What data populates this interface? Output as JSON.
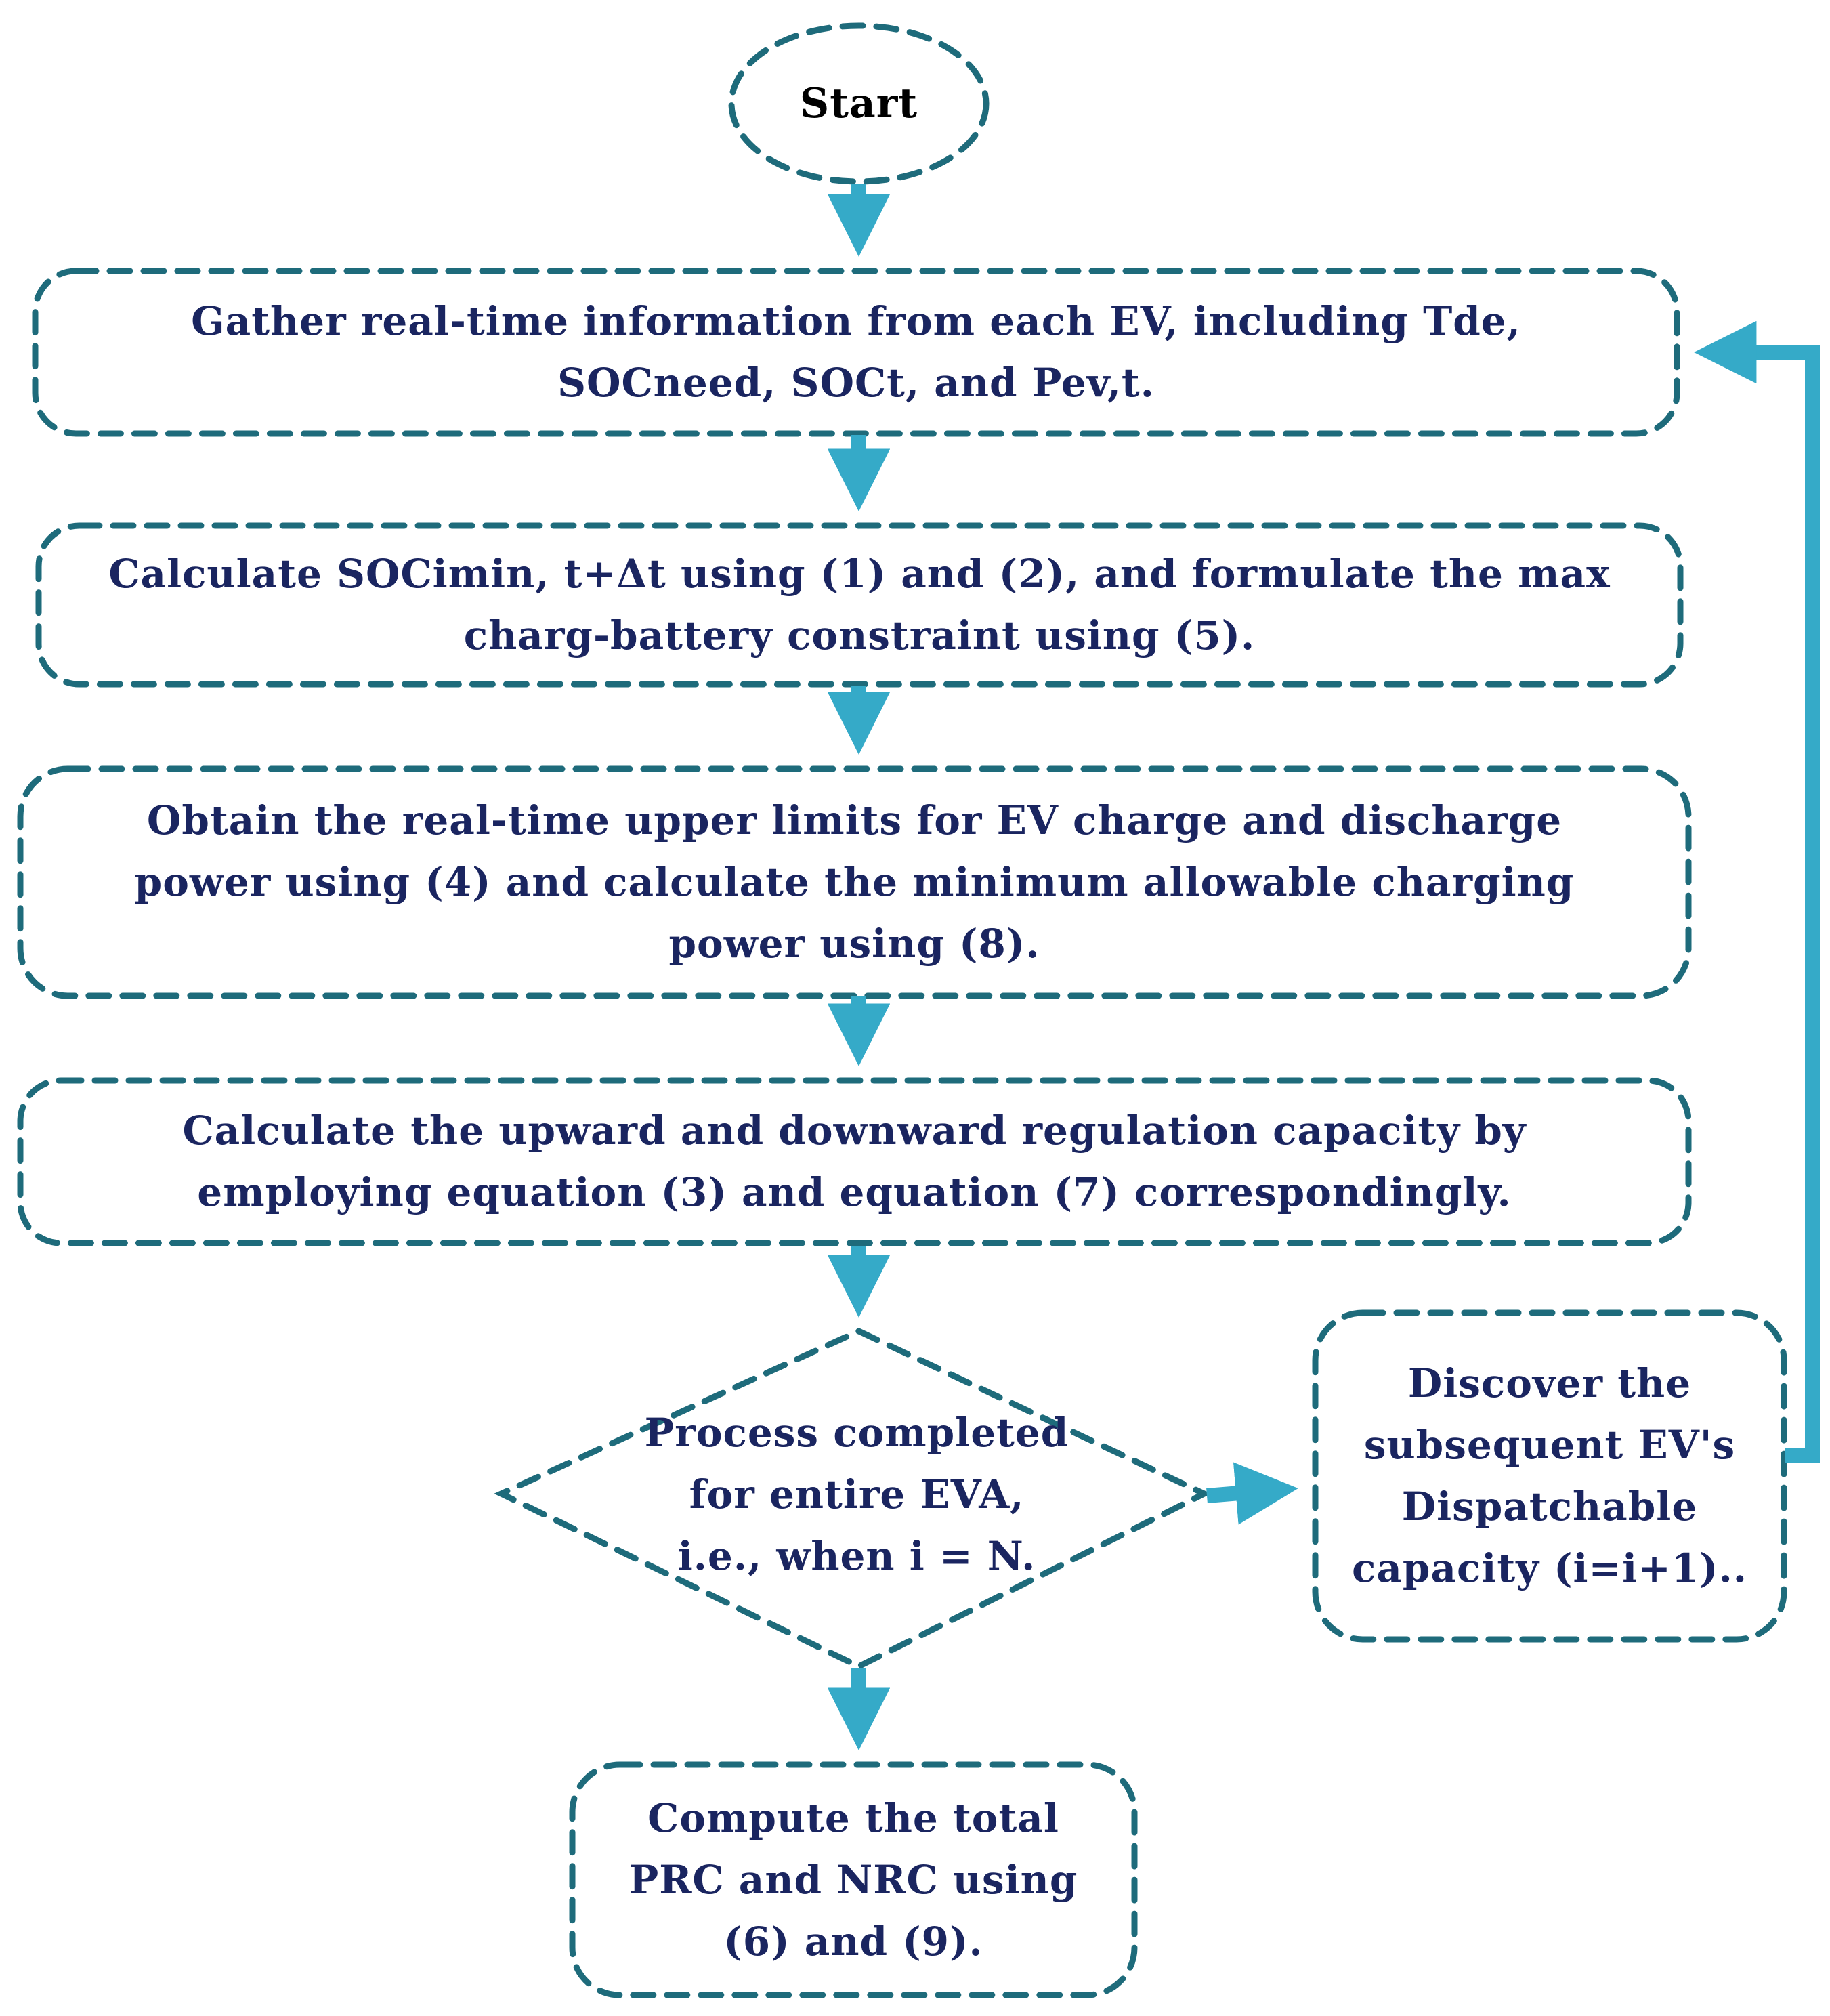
{
  "colors": {
    "border": "#1e6b7b",
    "arrow": "#35aac8",
    "text": "#1a2560",
    "start_text": "#000000",
    "background": "#ffffff"
  },
  "nodes": {
    "start": {
      "lines": [
        "Start"
      ]
    },
    "gather": {
      "lines": [
        "Gather real-time information from each EV, including Tde,",
        "SOCneed, SOCt, and Pev,t."
      ]
    },
    "calc_soc": {
      "lines": [
        "Calculate SOCimin, t+Δt using (1) and (2), and formulate the max",
        "charg-battery constraint using (5)."
      ]
    },
    "obtain": {
      "lines": [
        "Obtain the real-time upper limits for EV charge and discharge",
        "power using (4) and calculate the minimum allowable charging",
        "power using (8)."
      ]
    },
    "regulation": {
      "lines": [
        "Calculate the upward and downward regulation capacity by",
        "employing equation (3) and equation (7) correspondingly."
      ]
    },
    "decision": {
      "lines": [
        "Process completed",
        "for entire EVA,",
        "i.e., when i = N."
      ]
    },
    "discover": {
      "lines": [
        "Discover the",
        "subsequent EV's",
        "Dispatchable",
        "capacity (i=i+1).."
      ]
    },
    "compute": {
      "lines": [
        "Compute the total",
        "PRC and NRC using",
        "(6) and (9)."
      ]
    }
  }
}
